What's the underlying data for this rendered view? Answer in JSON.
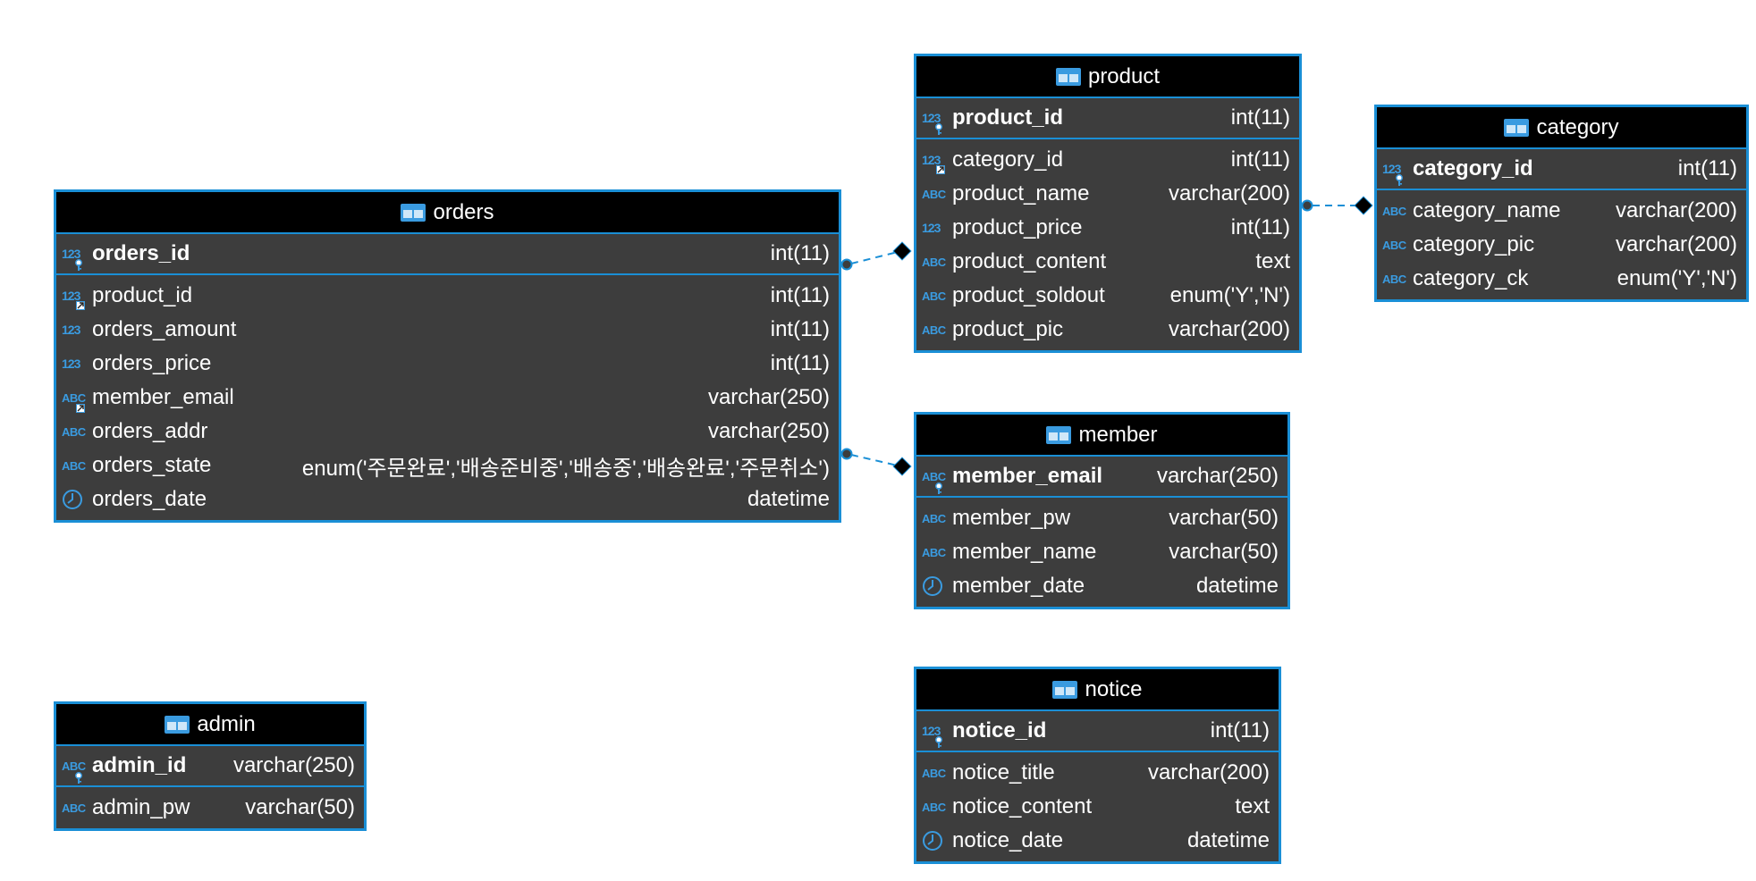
{
  "entities": {
    "orders": {
      "title": "orders",
      "pk": {
        "name": "orders_id",
        "type": "int(11)",
        "kind": "num"
      },
      "columns": [
        {
          "name": "product_id",
          "type": "int(11)",
          "kind": "num",
          "fk": true
        },
        {
          "name": "orders_amount",
          "type": "int(11)",
          "kind": "num"
        },
        {
          "name": "orders_price",
          "type": "int(11)",
          "kind": "num"
        },
        {
          "name": "member_email",
          "type": "varchar(250)",
          "kind": "text",
          "fk": true
        },
        {
          "name": "orders_addr",
          "type": "varchar(250)",
          "kind": "text"
        },
        {
          "name": "orders_state",
          "type": "enum('주문완료','배송준비중','배송중','배송완료','주문취소')",
          "kind": "text"
        },
        {
          "name": "orders_date",
          "type": "datetime",
          "kind": "time"
        }
      ]
    },
    "product": {
      "title": "product",
      "pk": {
        "name": "product_id",
        "type": "int(11)",
        "kind": "num"
      },
      "columns": [
        {
          "name": "category_id",
          "type": "int(11)",
          "kind": "num",
          "fk": true
        },
        {
          "name": "product_name",
          "type": "varchar(200)",
          "kind": "text"
        },
        {
          "name": "product_price",
          "type": "int(11)",
          "kind": "num"
        },
        {
          "name": "product_content",
          "type": "text",
          "kind": "text"
        },
        {
          "name": "product_soldout",
          "type": "enum('Y','N')",
          "kind": "text"
        },
        {
          "name": "product_pic",
          "type": "varchar(200)",
          "kind": "text"
        }
      ]
    },
    "category": {
      "title": "category",
      "pk": {
        "name": "category_id",
        "type": "int(11)",
        "kind": "num"
      },
      "columns": [
        {
          "name": "category_name",
          "type": "varchar(200)",
          "kind": "text"
        },
        {
          "name": "category_pic",
          "type": "varchar(200)",
          "kind": "text"
        },
        {
          "name": "category_ck",
          "type": "enum('Y','N')",
          "kind": "text"
        }
      ]
    },
    "member": {
      "title": "member",
      "pk": {
        "name": "member_email",
        "type": "varchar(250)",
        "kind": "text"
      },
      "columns": [
        {
          "name": "member_pw",
          "type": "varchar(50)",
          "kind": "text"
        },
        {
          "name": "member_name",
          "type": "varchar(50)",
          "kind": "text"
        },
        {
          "name": "member_date",
          "type": "datetime",
          "kind": "time"
        }
      ]
    },
    "admin": {
      "title": "admin",
      "pk": {
        "name": "admin_id",
        "type": "varchar(250)",
        "kind": "text"
      },
      "columns": [
        {
          "name": "admin_pw",
          "type": "varchar(50)",
          "kind": "text"
        }
      ]
    },
    "notice": {
      "title": "notice",
      "pk": {
        "name": "notice_id",
        "type": "int(11)",
        "kind": "num"
      },
      "columns": [
        {
          "name": "notice_title",
          "type": "varchar(200)",
          "kind": "text"
        },
        {
          "name": "notice_content",
          "type": "text",
          "kind": "text"
        },
        {
          "name": "notice_date",
          "type": "datetime",
          "kind": "time"
        }
      ]
    }
  },
  "relationships": [
    {
      "from": "orders.product_id",
      "to": "product.product_id"
    },
    {
      "from": "orders.member_email",
      "to": "member.member_email"
    },
    {
      "from": "product.category_id",
      "to": "category.category_id"
    }
  ],
  "colors": {
    "accent": "#1a8fd6",
    "header": "#000000",
    "body": "#3d3d3d",
    "text": "#ffffff"
  }
}
